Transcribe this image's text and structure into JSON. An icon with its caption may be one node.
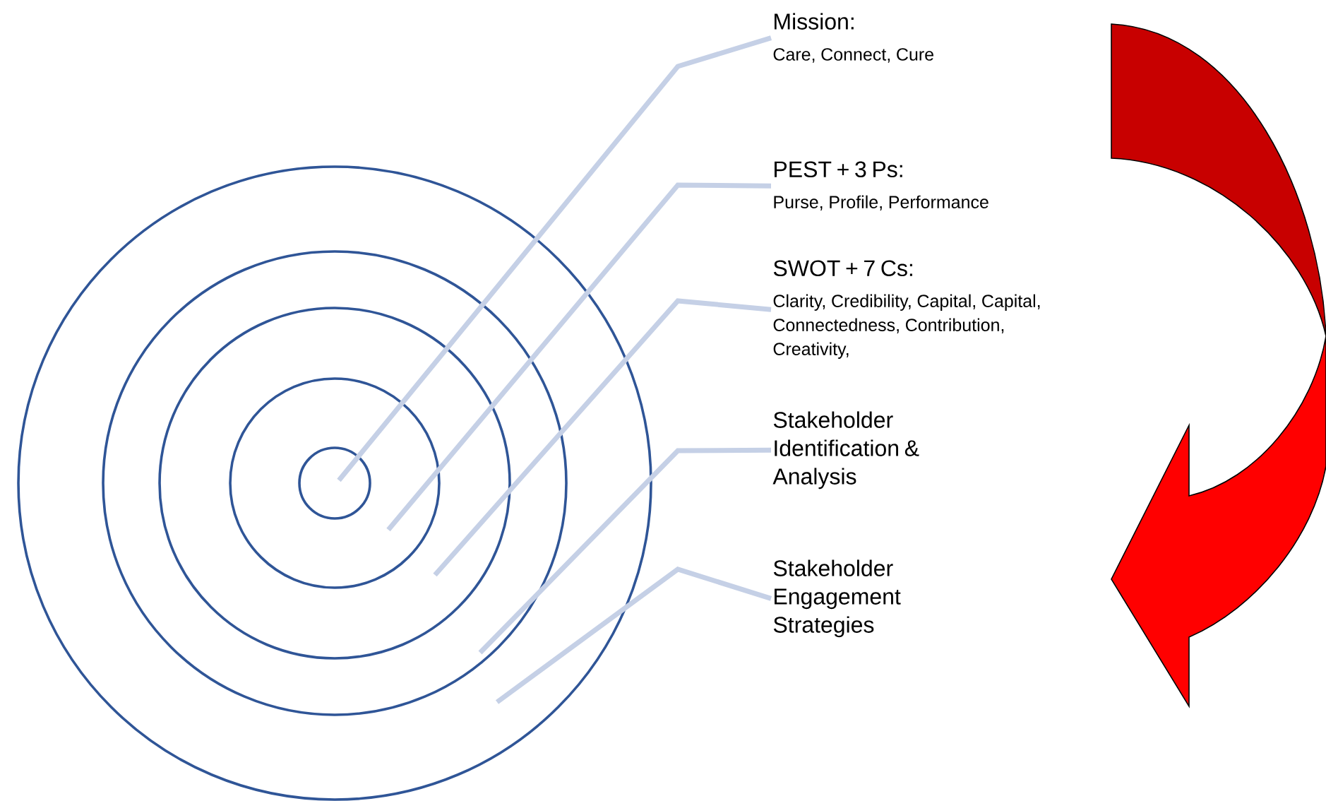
{
  "diagram": {
    "nodes": [
      {
        "text": [
          "Mission:",
          "Care, Connect, Cure"
        ]
      },
      {
        "text": [
          "PEST + 3 Ps:",
          "Purse, Profile, Performance"
        ]
      },
      {
        "text": [
          "SWOT + 7 Cs:",
          "Clarity, Credibility, Capital, Capital, Connectedness, Contribution, Creativity,"
        ]
      },
      {
        "text": [
          "Stakeholder Identification & Analysis"
        ]
      },
      {
        "text": [
          "Stakeholder Engagement Strategies"
        ]
      },
      {
        "text": [],
        "shape": "circle"
      },
      {
        "text": [],
        "shape": "circle",
        "in": 5
      },
      {
        "text": [],
        "shape": "circle",
        "in": 6
      },
      {
        "text": [],
        "shape": "circle",
        "in": 7
      },
      {
        "text": [],
        "shape": "circle",
        "in": 8
      }
    ],
    "edges": [
      {
        "from": 0,
        "to": 9,
        "arrow": "none"
      },
      {
        "from": 1,
        "to": 8,
        "arrow": "none"
      },
      {
        "from": 2,
        "to": 7,
        "arrow": "none"
      },
      {
        "from": 3,
        "to": 6,
        "arrow": "none"
      },
      {
        "from": 4,
        "to": 5,
        "arrow": "none"
      }
    ]
  }
}
